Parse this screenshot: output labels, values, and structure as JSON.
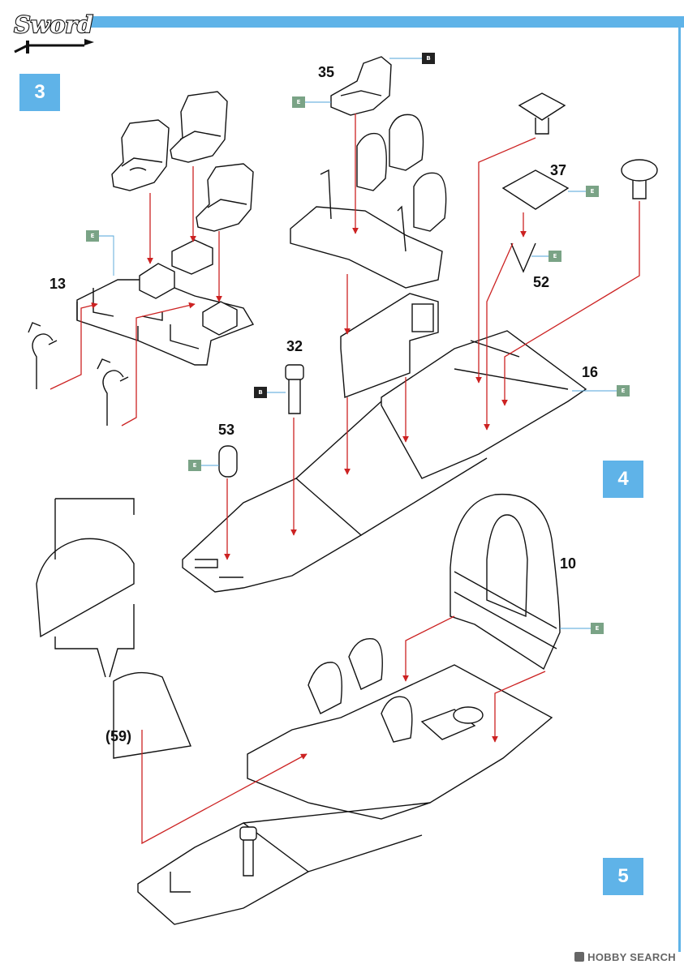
{
  "brand": {
    "logo_text": "Sword",
    "logo_icon": "sword-icon"
  },
  "steps": [
    "3",
    "4",
    "5"
  ],
  "parts": [
    "35",
    "37",
    "13",
    "52",
    "32",
    "16",
    "53",
    "10",
    "(59)"
  ],
  "tags": {
    "E": "E",
    "B": "B"
  },
  "watermark": "HOBBY SEARCH",
  "colors": {
    "header_bar": "#5fb3e8",
    "step_box": "#5fb3e8",
    "guide_arrow": "#cc2222",
    "tag_green": "#7aa386",
    "tag_black": "#222222"
  }
}
